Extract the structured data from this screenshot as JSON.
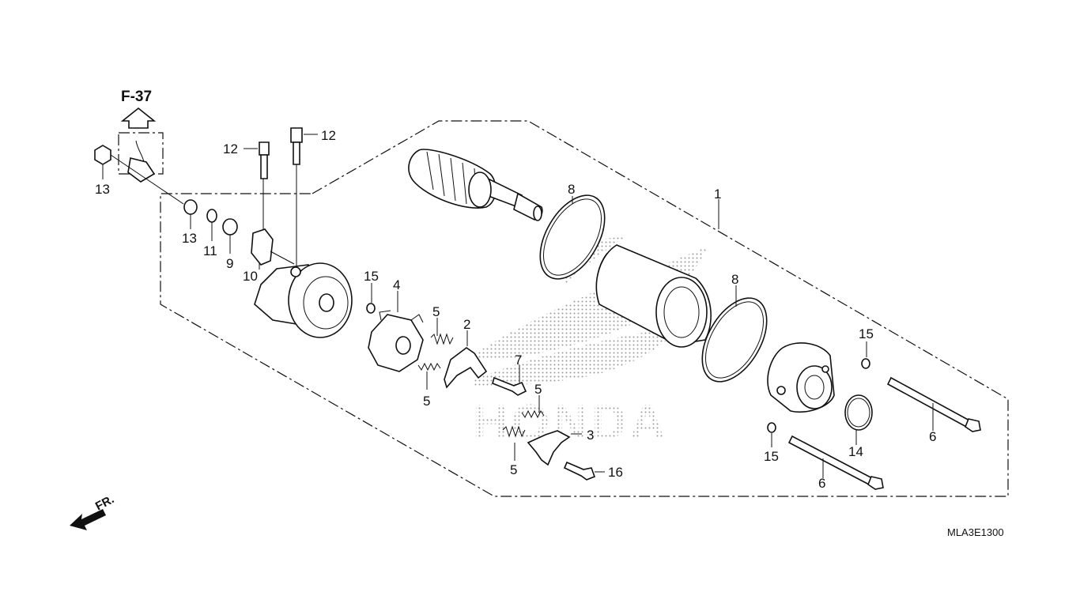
{
  "diagram": {
    "reference_label": "F-37",
    "direction_label": "FR.",
    "catalog_code": "MLA3E1300",
    "watermark_text": "HONDA",
    "callouts": [
      "1",
      "2",
      "3",
      "4",
      "5",
      "5",
      "5",
      "5",
      "6",
      "6",
      "7",
      "8",
      "8",
      "9",
      "10",
      "11",
      "12",
      "12",
      "13",
      "13",
      "14",
      "15",
      "15",
      "15",
      "16"
    ]
  }
}
